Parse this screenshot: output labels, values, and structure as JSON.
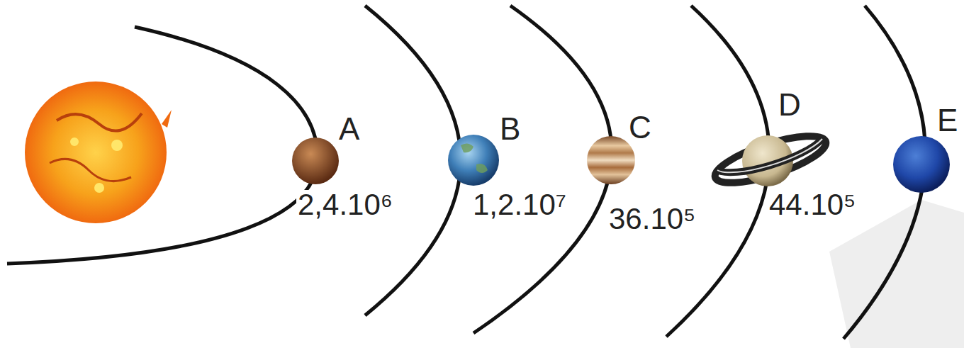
{
  "diagram": {
    "labels": [
      "A",
      "2,4.10⁶",
      "B",
      "1,2.10⁷",
      "C",
      "36.10⁵",
      "D",
      "44.10⁵",
      "E"
    ]
  }
}
